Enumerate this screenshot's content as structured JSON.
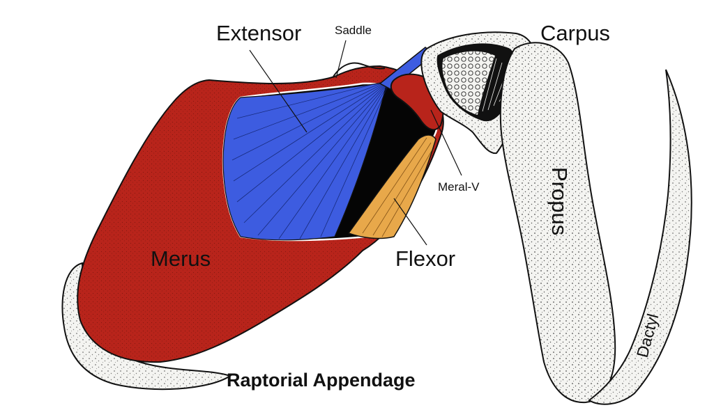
{
  "colors": {
    "merus": "#b8241b",
    "extensor": "#3d5ce0",
    "flexor": "#e8a84a",
    "cuticle": "#f4f4f1",
    "ink": "#111111",
    "cavity": "#050505"
  },
  "labels": {
    "extensor": "Extensor",
    "saddle": "Saddle",
    "carpus": "Carpus",
    "meral_v": "Meral-V",
    "propus": "Propus",
    "merus": "Merus",
    "flexor": "Flexor",
    "dactyl": "Dactyl"
  },
  "caption": "Raptorial Appendage"
}
